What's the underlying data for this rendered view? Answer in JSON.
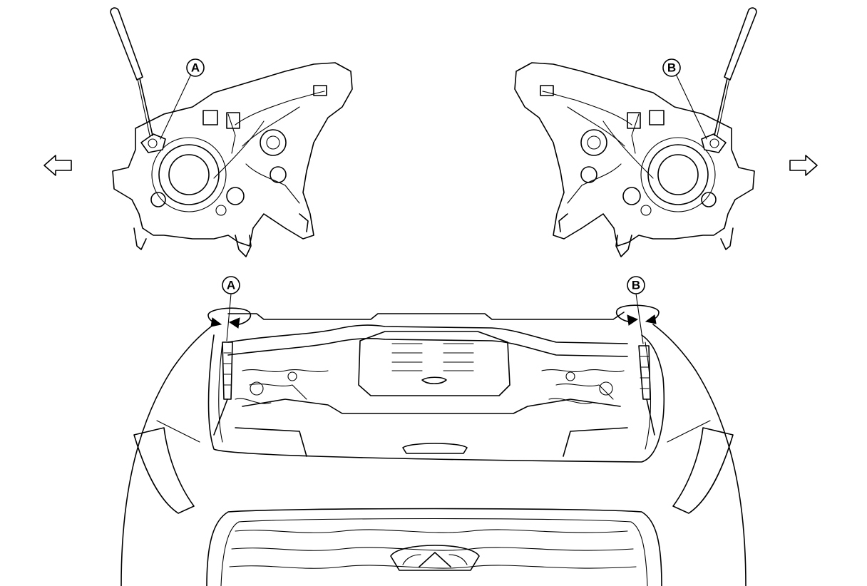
{
  "callouts": {
    "a_top": "A",
    "b_top": "B",
    "a_bottom": "A",
    "b_bottom": "B"
  },
  "icons": {
    "left_arrow": "arrow-left-icon",
    "right_arrow": "arrow-right-icon",
    "screwdriver": "screwdriver-icon",
    "rotate": "rotation-arrow-icon"
  }
}
